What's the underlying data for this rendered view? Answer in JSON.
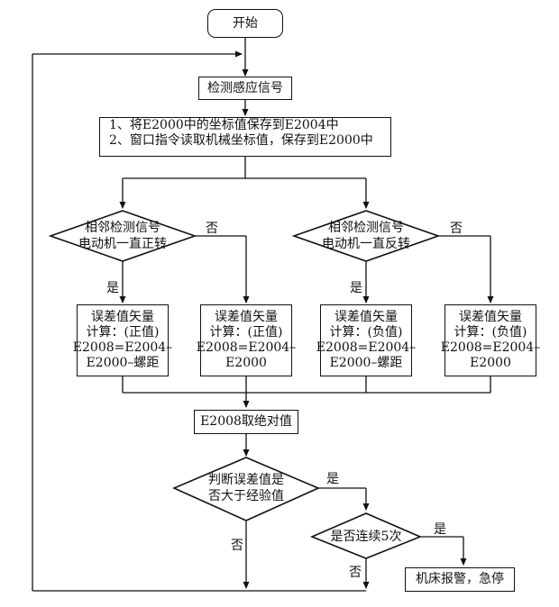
{
  "nodes": {
    "start": "开始",
    "detect": "检测感应信号",
    "save_line1": "1、将E2000中的坐标值保存到E2004中",
    "save_line2": "2、窗口指令读取机械坐标值，保存到E2000中",
    "decision_forward_line1": "相邻检测信号",
    "decision_forward_line2": "电动机一直正转",
    "decision_reverse_line1": "相邻检测信号",
    "decision_reverse_line2": "电动机一直反转",
    "calc1": [
      "误差值矢量",
      "计算：(正值)",
      "E2008=E2004–",
      "E2000–螺距"
    ],
    "calc2": [
      "误差值矢量",
      "计算：(正值)",
      "E2008=E2004–",
      "E2000"
    ],
    "calc3": [
      "误差值矢量",
      "计算：(负值)",
      "E2008=E2004–",
      "E2000–螺距"
    ],
    "calc4": [
      "误差值矢量",
      "计算：(负值)",
      "E2008=E2004–",
      "E2000"
    ],
    "abs": "E2008取绝对值",
    "judge_line1": "判断误差值是",
    "judge_line2": "否大于经验值",
    "consecutive": "是否连续5次",
    "alarm": "机床报警，急停"
  },
  "labels": {
    "yes": "是",
    "no": "否"
  }
}
